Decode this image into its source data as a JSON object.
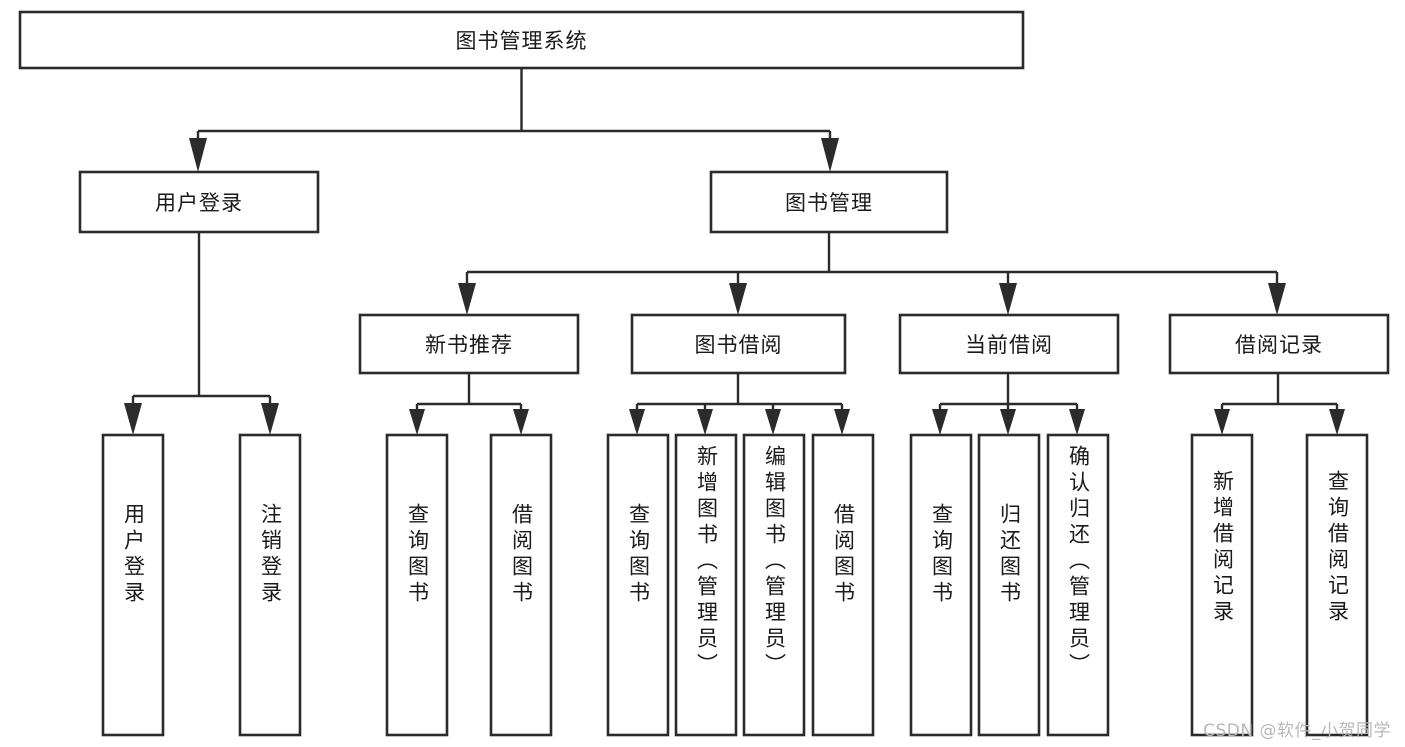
{
  "diagram": {
    "type": "tree-hierarchy",
    "title": "图书管理系统",
    "orientation": "top-down",
    "watermark": "CSDN @软件_小贺同学",
    "colors": {
      "box_stroke": "#2b2b2b",
      "box_fill": "#ffffff",
      "connector": "#2b2b2b",
      "text": "#1a1a1a",
      "background": "#ffffff",
      "watermark": "#b8b8b8"
    },
    "root": {
      "label": "图书管理系统"
    },
    "level2": [
      {
        "label": "用户登录"
      },
      {
        "label": "图书管理"
      }
    ],
    "level3": [
      {
        "label": "新书推荐"
      },
      {
        "label": "图书借阅"
      },
      {
        "label": "当前借阅"
      },
      {
        "label": "借阅记录"
      }
    ],
    "leaves": {
      "user_login": [
        {
          "label": "用户登录"
        },
        {
          "label": "注销登录"
        }
      ],
      "new_book": [
        {
          "label": "查询图书"
        },
        {
          "label": "借阅图书"
        }
      ],
      "borrow": [
        {
          "label": "查询图书"
        },
        {
          "label": "新增图书（管理员）"
        },
        {
          "label": "编辑图书（管理员）"
        },
        {
          "label": "借阅图书"
        }
      ],
      "current": [
        {
          "label": "查询图书"
        },
        {
          "label": "归还图书"
        },
        {
          "label": "确认归还（管理员）"
        }
      ],
      "records": [
        {
          "label": "新增借阅记录"
        },
        {
          "label": "查询借阅记录"
        }
      ]
    }
  }
}
